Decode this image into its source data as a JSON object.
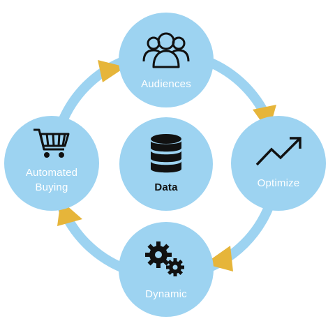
{
  "diagram": {
    "nodes": {
      "audiences": {
        "label": "Audiences",
        "icon": "people-group-icon"
      },
      "optimize": {
        "label": "Optimize",
        "icon": "trend-up-icon"
      },
      "dynamic": {
        "label": "Dynamic",
        "icon": "gears-icon"
      },
      "automated_buying": {
        "label_line1": "Automated",
        "label_line2": "Buying",
        "icon": "shopping-cart-icon"
      },
      "data": {
        "label": "Data",
        "icon": "database-icon"
      }
    },
    "colors": {
      "circle": "#9dd3f1",
      "ring": "#9dd3f1",
      "arrowhead": "#e6b53a",
      "icon": "#111111",
      "label": "#ffffff",
      "center_label": "#111111"
    }
  }
}
